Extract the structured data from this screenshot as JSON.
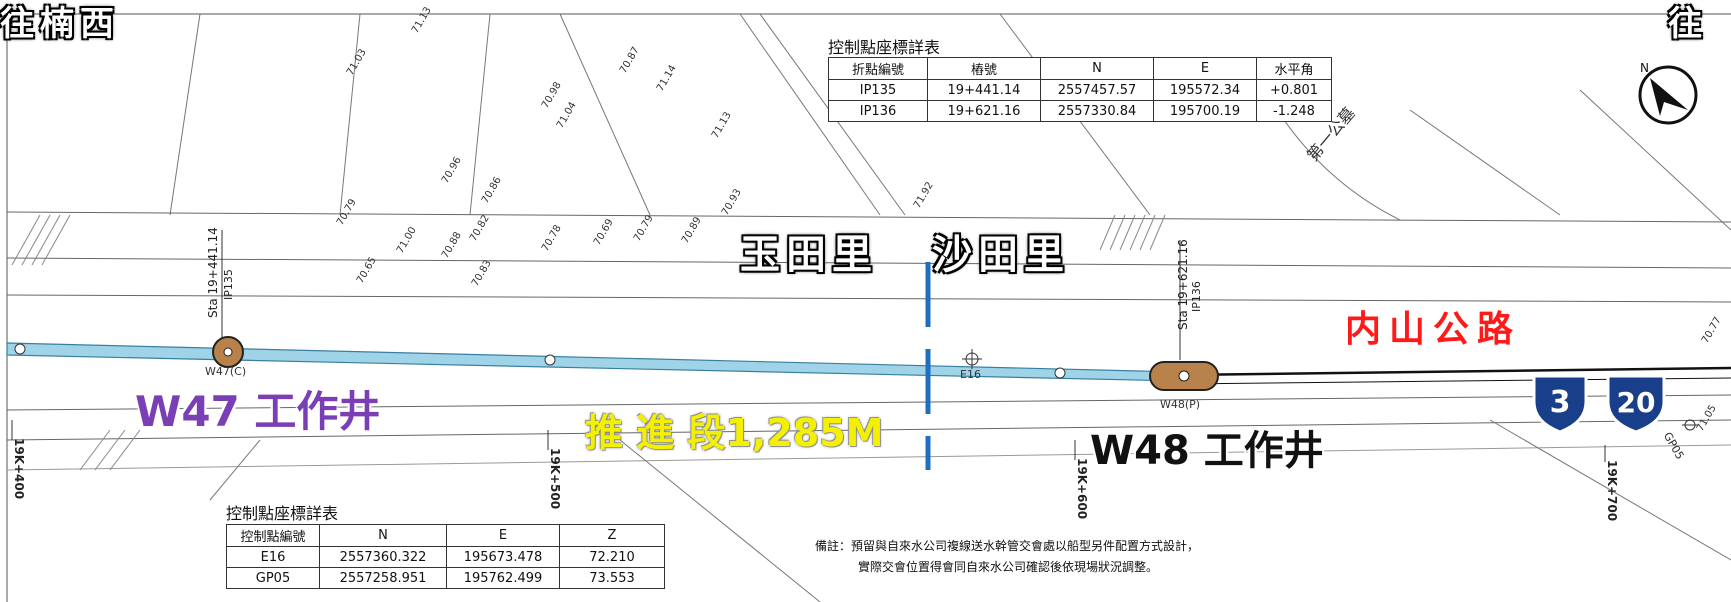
{
  "directions": {
    "left": "往楠西",
    "right": "往"
  },
  "villages": {
    "left": "玉田里",
    "right": "沙田里"
  },
  "road_name": "内山公路",
  "shafts": {
    "w47": {
      "label": "W47 工作井",
      "tag": "W47(C)"
    },
    "w48": {
      "label": "W48 工作井",
      "tag": "W48(P)"
    }
  },
  "segment_label": "推 進 段1,285M",
  "points": {
    "e16": "E16",
    "gp05": "GP05",
    "ip135": "IP135",
    "ip136": "IP136"
  },
  "stations": {
    "sta_ip135": "Sta 19+441.14",
    "sta_ip136": "Sta 19+621.16",
    "k400": "19K+400",
    "k500": "19K+500",
    "k600": "19K+600",
    "k700": "19K+700"
  },
  "elevations": [
    "71.03",
    "71.13",
    "70.87",
    "71.14",
    "70.98",
    "71.04",
    "71.13",
    "70.96",
    "70.86",
    "70.79",
    "71.00",
    "70.88",
    "70.82",
    "70.65",
    "70.83",
    "70.78",
    "70.69",
    "70.79",
    "70.89",
    "70.93",
    "71.92",
    "70.77",
    "71.05"
  ],
  "road_sign_text": "第一公墓",
  "route_shields": [
    "3",
    "20"
  ],
  "table_ip": {
    "title": "控制點座標詳表",
    "headers": [
      "折點編號",
      "樁號",
      "N",
      "E",
      "水平角"
    ],
    "rows": [
      [
        "IP135",
        "19+441.14",
        "2557457.57",
        "195572.34",
        "+0.801"
      ],
      [
        "IP136",
        "19+621.16",
        "2557330.84",
        "195700.19",
        "-1.248"
      ]
    ]
  },
  "table_ctrl": {
    "title": "控制點座標詳表",
    "headers": [
      "控制點編號",
      "N",
      "E",
      "Z"
    ],
    "rows": [
      [
        "E16",
        "2557360.322",
        "195673.478",
        "72.210"
      ],
      [
        "GP05",
        "2557258.951",
        "195762.499",
        "73.553"
      ]
    ]
  },
  "note": {
    "line1": "備註：預留與自來水公司複線送水幹管交會處以船型另件配置方式設計，",
    "line2": "實際交會位置得會同自來水公司確認後依現場狀況調整。"
  },
  "colors": {
    "pipe": "#9fd3e8",
    "pipe_edge": "#3a7fa0",
    "boundary": "#1f6fc0",
    "shield": "#1a3f8a",
    "shaft": "#b8824a"
  },
  "icons": {
    "north_arrow": "north-arrow-icon"
  }
}
